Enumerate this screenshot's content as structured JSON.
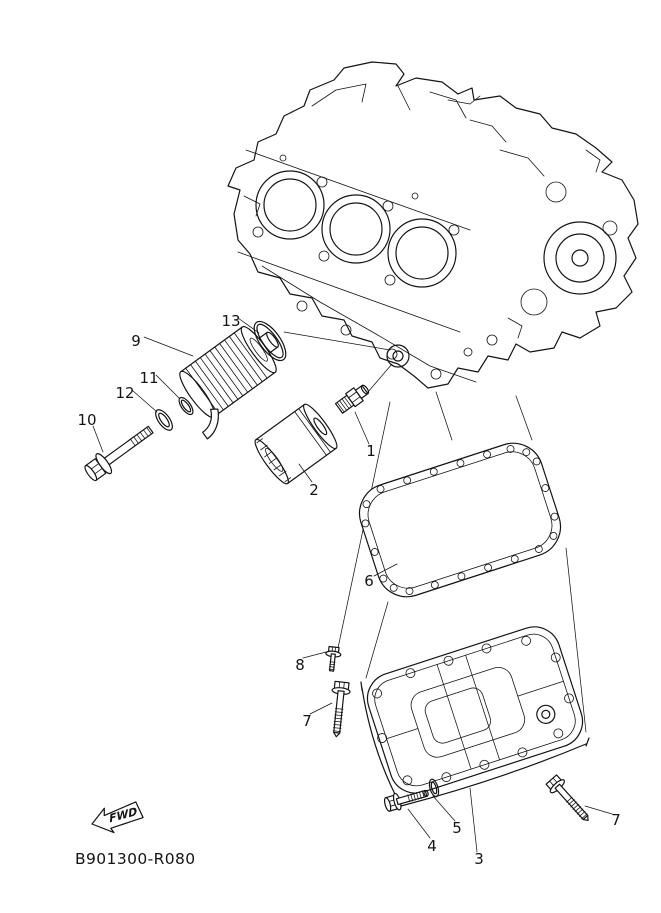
{
  "page": {
    "colors": {
      "line": "#141414",
      "background": "#ffffff"
    }
  },
  "diagram": {
    "part_code": "B901300-R080",
    "fwd_label": "FWD",
    "callouts": [
      {
        "id": "13"
      },
      {
        "id": "9"
      },
      {
        "id": "11"
      },
      {
        "id": "12"
      },
      {
        "id": "10"
      },
      {
        "id": "1"
      },
      {
        "id": "2"
      },
      {
        "id": "6"
      },
      {
        "id": "8"
      },
      {
        "id": "7"
      },
      {
        "id": "4"
      },
      {
        "id": "5"
      },
      {
        "id": "3"
      },
      {
        "id": "7"
      }
    ]
  }
}
